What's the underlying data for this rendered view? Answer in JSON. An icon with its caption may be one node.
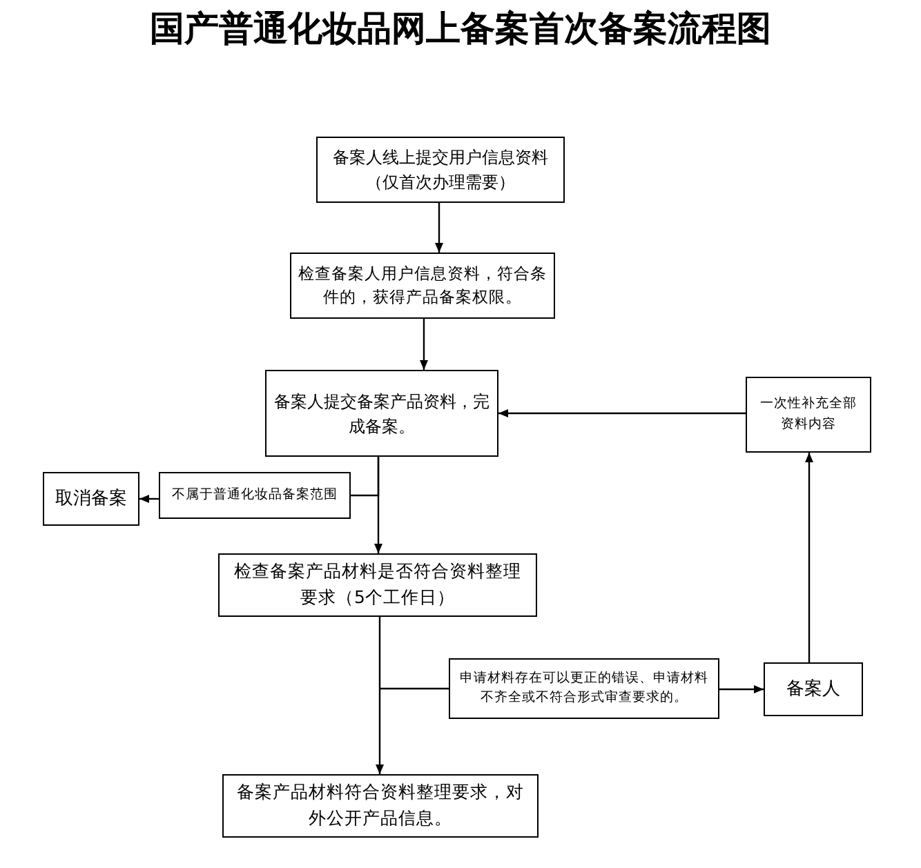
{
  "diagram": {
    "title": "国产普通化妆品网上备案首次备案流程图",
    "nodes": [
      {
        "text": [
          "备案人线上提交用户信息资料（仅首次办理需要）"
        ]
      },
      {
        "text": [
          "检查备案人用户信息资料，符合条件的，获得产品备案权限。"
        ]
      },
      {
        "text": [
          "备案人提交备案产品资料，完成备案。"
        ]
      },
      {
        "text": [
          "取消备案"
        ]
      },
      {
        "text": [
          "不属于普通化妆品备案范围"
        ]
      },
      {
        "text": [
          "检查备案产品材料是否符合资料整理要求（5个工作日）"
        ]
      },
      {
        "text": [
          "申请材料存在可以更正的错误、申请材料不齐全或不符合形式审查要求的。"
        ]
      },
      {
        "text": [
          "备案人"
        ]
      },
      {
        "text": [
          "一次性补充全部资料内容"
        ]
      },
      {
        "text": [
          "备案产品材料符合资料整理要求，对外公开产品信息。"
        ]
      }
    ],
    "edges": [
      {
        "from": 0,
        "to": 1,
        "arrow": "to"
      },
      {
        "from": 1,
        "to": 2,
        "arrow": "to"
      },
      {
        "from": 2,
        "to": 5,
        "arrow": "to"
      },
      {
        "from": 2,
        "to": 4,
        "arrow": "none"
      },
      {
        "from": 4,
        "to": 3,
        "arrow": "to"
      },
      {
        "from": 5,
        "to": 9,
        "arrow": "to"
      },
      {
        "from": 5,
        "to": 6,
        "arrow": "none"
      },
      {
        "from": 6,
        "to": 7,
        "arrow": "to"
      },
      {
        "from": 7,
        "to": 8,
        "arrow": "to"
      },
      {
        "from": 8,
        "to": 2,
        "arrow": "to"
      }
    ]
  }
}
